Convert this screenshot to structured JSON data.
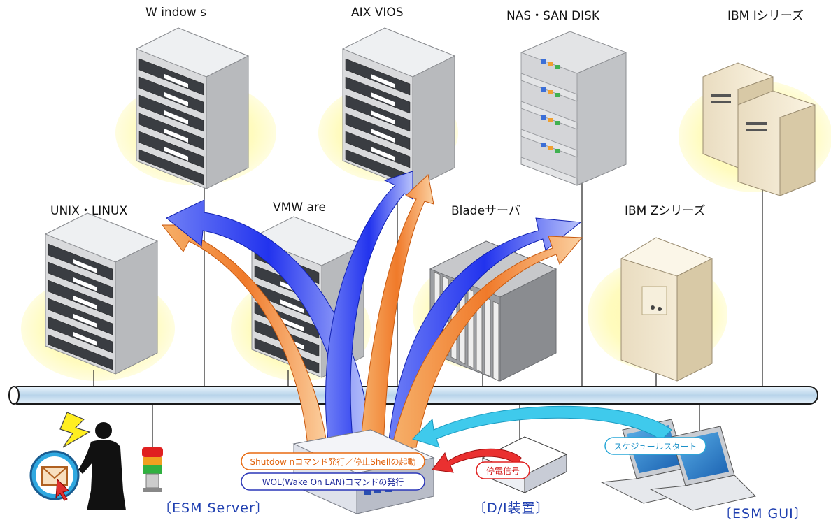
{
  "labels": {
    "windows": "W indow s",
    "aix": "AIX  VIOS",
    "nas": "NAS・SAN DISK",
    "ibmi": "IBM Iシリーズ",
    "unix": "UNIX・LINUX",
    "vmware": "VMW are",
    "blade": "Bladeサーバ",
    "ibmz": "IBM Zシリーズ"
  },
  "pills": {
    "shutdown": "Shutdow nコマンド発行／停止Shellの起動",
    "wol": "WOL(Wake On LAN)コマンドの発行",
    "power": "停電信号",
    "schedule": "スケジュールスタート"
  },
  "bottom": {
    "esm_server": "〔ESM  Server〕",
    "di": "〔D/I装置〕",
    "esm_gui": "〔ESM  GUI〕"
  },
  "colors": {
    "orange_arrow": "#f07a2a",
    "blue_arrow": "#2a3ff0",
    "network_pipe": "#cfe3f3",
    "halo": "#fff8a8",
    "label_blue": "#1f3fb0",
    "cyan_arrow": "#38c8e8",
    "red_arrow": "#e02828"
  }
}
